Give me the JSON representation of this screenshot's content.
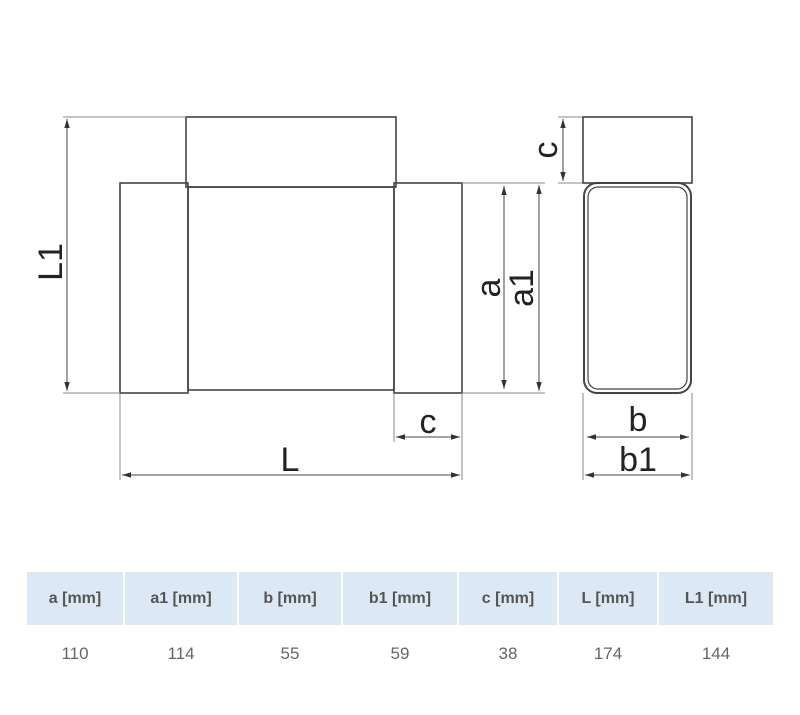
{
  "drawing": {
    "labels": {
      "L1": "L1",
      "a": "a",
      "a1": "a1",
      "c_front": "c",
      "L": "L",
      "c_side": "c",
      "b": "b",
      "b1": "b1"
    }
  },
  "table": {
    "headers": [
      "a [mm]",
      "a1 [mm]",
      "b [mm]",
      "b1 [mm]",
      "c [mm]",
      "L [mm]",
      "L1 [mm]"
    ],
    "values": [
      "110",
      "114",
      "55",
      "59",
      "38",
      "174",
      "144"
    ]
  }
}
